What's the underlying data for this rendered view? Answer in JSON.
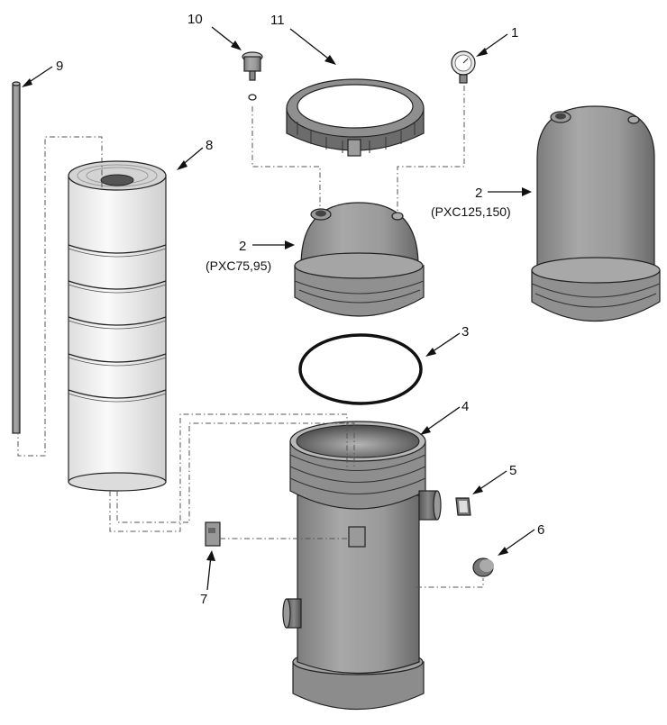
{
  "callouts": {
    "c1": "1",
    "c2a": "2",
    "c2a_note": "(PXC75,95)",
    "c2b": "2",
    "c2b_note": "(PXC125,150)",
    "c3": "3",
    "c4": "4",
    "c5": "5",
    "c6": "6",
    "c7": "7",
    "c8": "8",
    "c9": "9",
    "c10": "10",
    "c11": "11"
  },
  "colors": {
    "part_gray": "#9a9a9a",
    "part_dark": "#6f6f6f",
    "part_light": "#c4c4c4",
    "line": "#111111"
  }
}
